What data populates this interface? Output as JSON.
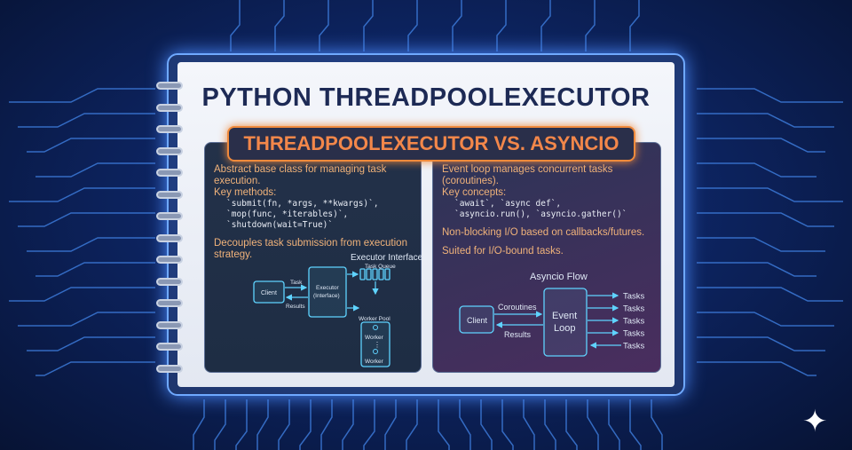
{
  "title": "PYTHON THREADPOOLEXECUTOR",
  "subtitle": "THREADPOOLEXECUTOR VS. ASYNCIO",
  "left": {
    "line1": "Abstract base class for managing task execution.",
    "line2": "Key methods:",
    "code": [
      "`submit(fn, *args, **kwargs)`,",
      "`mop(func, *iterables)`,",
      "`shutdown(wait=True)`"
    ],
    "line3": "Decouples task submission from execution strategy.",
    "diagram": {
      "title": "Executor Interface Flow",
      "client": "Client",
      "task": "Task",
      "results": "Results",
      "executor1": "Executor",
      "executor2": "(Interface)",
      "queue": "Task Queue",
      "pool": "Worker Pool",
      "worker": "Worker",
      "dots": "⋮"
    }
  },
  "right": {
    "line1": "Event loop manages concurrent tasks (coroutines).",
    "line2": "Key concepts:",
    "code": [
      "`await`, `async def`,",
      "`asyncio.run(), `asyncio.gather()`"
    ],
    "line3": "Non-blocking I/O based on callbacks/futures.",
    "line4": "Suited for I/O-bound tasks.",
    "diagram": {
      "title": "Asyncio Flow",
      "client": "Client",
      "coroutines": "Coroutines",
      "results": "Results",
      "loop1": "Event",
      "loop2": "Loop",
      "tasks": [
        "Tasks",
        "Tasks",
        "Tasks",
        "Tasks",
        "Tasks"
      ]
    }
  },
  "colors": {
    "accent": "#f3874a",
    "title": "#1d2a55",
    "glow": "#5fd3ff"
  }
}
